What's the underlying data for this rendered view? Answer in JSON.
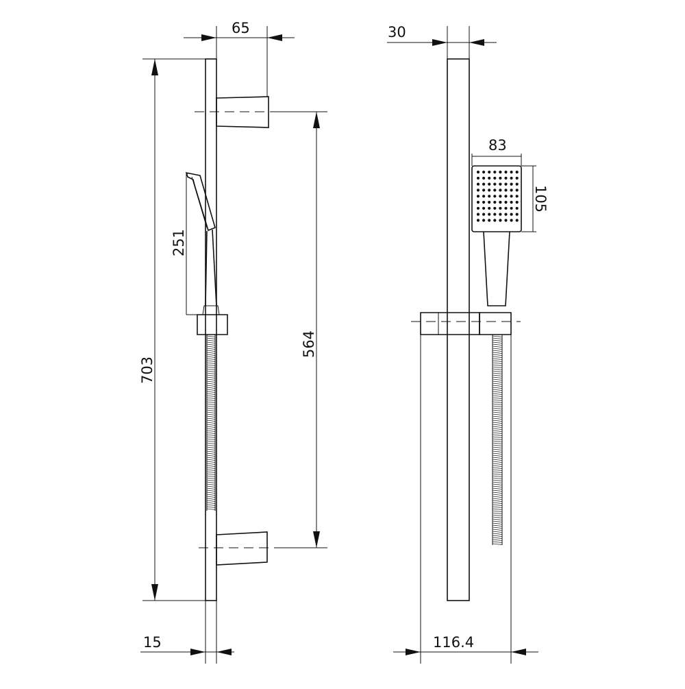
{
  "dimensions": {
    "bracket_depth": "65",
    "rail_depth": "30",
    "handset_width": "83",
    "handset_head_height": "105",
    "handset_length": "251",
    "bracket_spacing": "564",
    "total_height": "703",
    "rail_width": "15",
    "overall_projection": "116.4"
  }
}
